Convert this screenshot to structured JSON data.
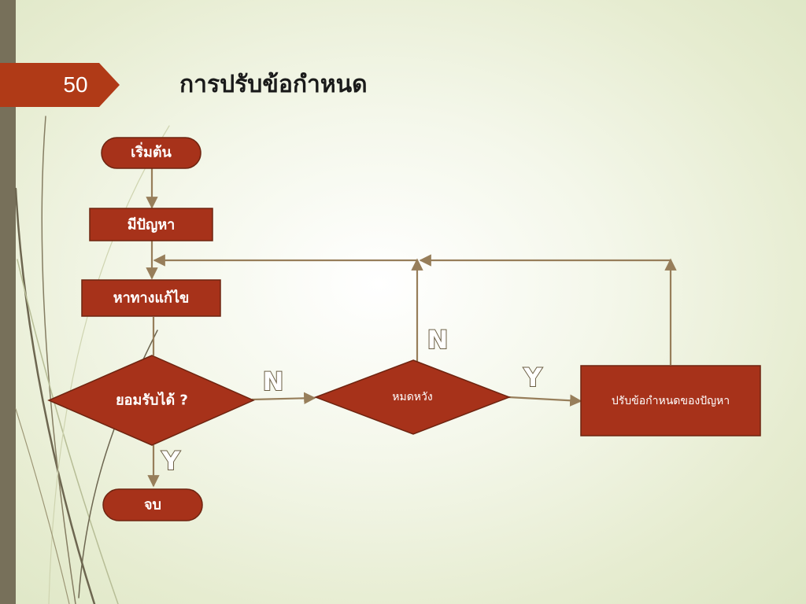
{
  "slide": {
    "page_number": "50",
    "title": "การปรับข้อกำหนด"
  },
  "flowchart": {
    "nodes": {
      "start": "เริ่มต้น",
      "problem": "มีปัญหา",
      "solution": "หาทางแก้ไข",
      "decision": "ยอมรับได้ ?",
      "hopeless": "หมดหวัง",
      "adjust": "ปรับข้อกำหนดของปัญหา",
      "end": "จบ"
    },
    "branch_labels": {
      "decision_no": "N",
      "decision_yes": "Y",
      "hopeless_no": "N",
      "hopeless_yes": "Y"
    }
  },
  "colors": {
    "node_fill": "#a7321a",
    "arrow": "#977e5a",
    "accent_tab": "#b03a17",
    "side_bar": "#77705a"
  }
}
